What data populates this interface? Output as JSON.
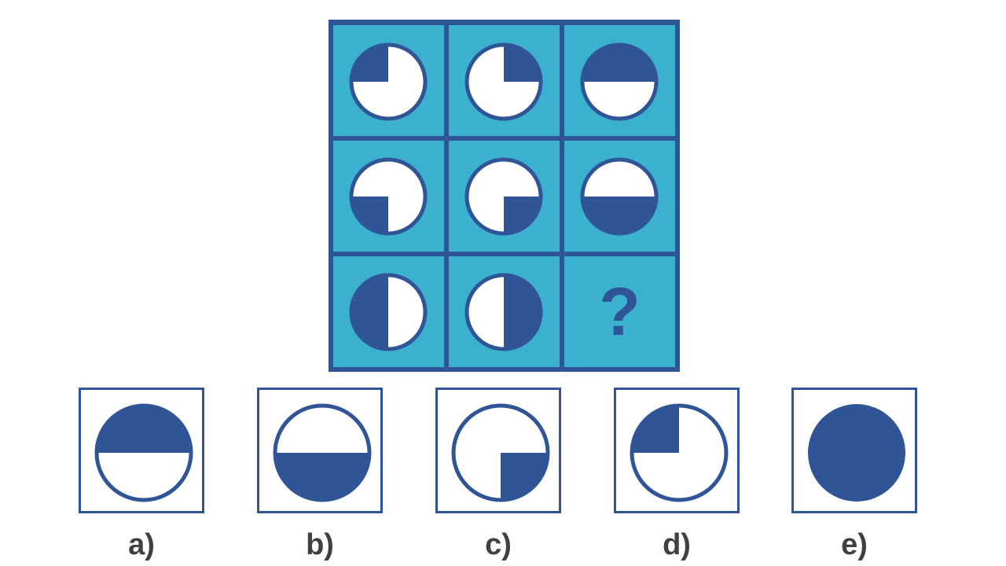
{
  "colors": {
    "grid_border": "#2f5597",
    "cell_bg": "#3bb0cf",
    "shape_fill": "#2f5597",
    "shape_blank": "#ffffff",
    "label_text": "#404040"
  },
  "puzzle": {
    "cells": [
      {
        "shading": "top-left-quarter"
      },
      {
        "shading": "top-right-quarter"
      },
      {
        "shading": "top-half"
      },
      {
        "shading": "bottom-left-quarter"
      },
      {
        "shading": "bottom-right-quarter"
      },
      {
        "shading": "bottom-half"
      },
      {
        "shading": "left-half"
      },
      {
        "shading": "right-half"
      },
      {
        "shading": "unknown"
      }
    ],
    "question_mark": "?"
  },
  "options": [
    {
      "label": "a)",
      "shading": "top-half"
    },
    {
      "label": "b)",
      "shading": "bottom-half"
    },
    {
      "label": "c)",
      "shading": "bottom-right-quarter"
    },
    {
      "label": "d)",
      "shading": "top-left-quarter"
    },
    {
      "label": "e)",
      "shading": "full"
    }
  ]
}
